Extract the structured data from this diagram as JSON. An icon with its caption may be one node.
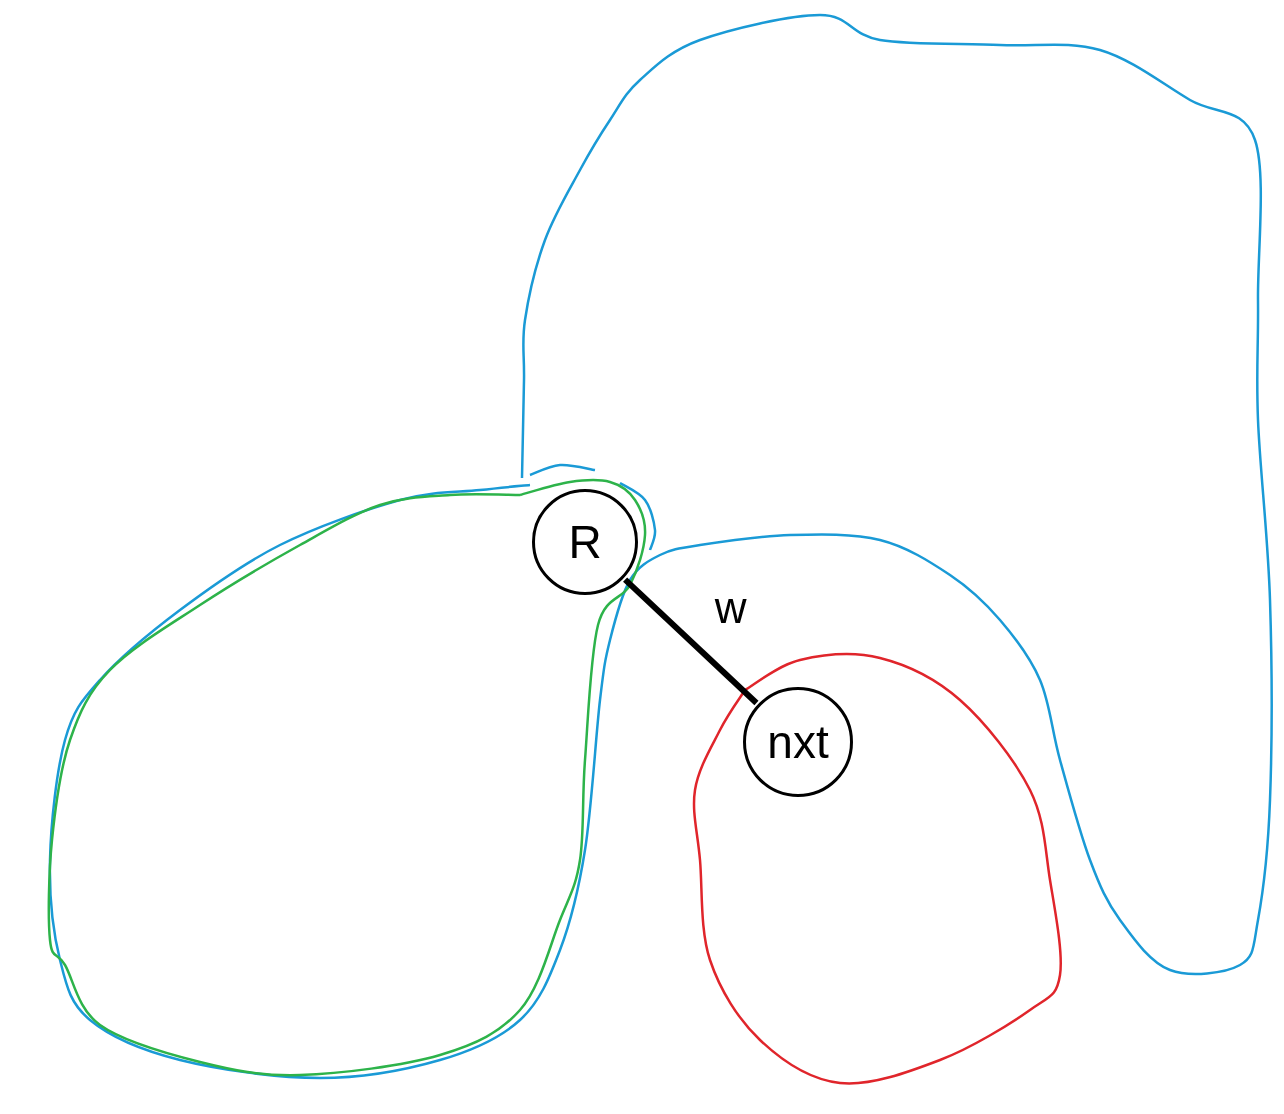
{
  "diagram": {
    "nodes": [
      {
        "text": [
          "R"
        ]
      },
      {
        "text": [
          "nxt"
        ]
      }
    ],
    "edges": [
      {
        "from": 0,
        "to": 1,
        "arrow": "none",
        "label": "w"
      }
    ]
  }
}
